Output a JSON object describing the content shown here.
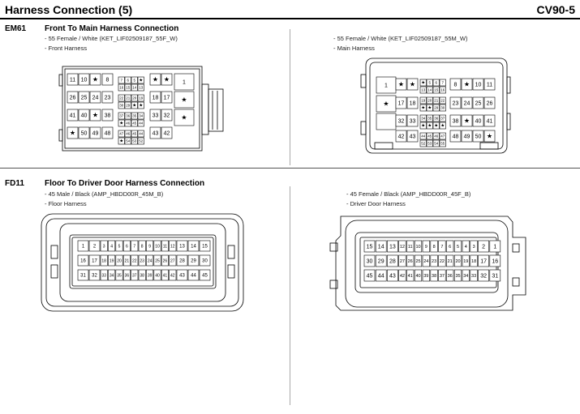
{
  "header": {
    "title": "Harness Connection (5)",
    "model": "CV90-5"
  },
  "sections": [
    {
      "code": "EM61",
      "title": "Front To Main Harness Connection",
      "left": {
        "lines": [
          "- 55 Female / White (KET_LIF02509187_55F_W)",
          "- Front Harness"
        ]
      },
      "right": {
        "lines": [
          "- 55 Female / White (KET_LIF02509187_55M_W)",
          "- Main Harness"
        ]
      }
    },
    {
      "code": "FD11",
      "title": "Floor To Driver Door Harness Connection",
      "left": {
        "lines": [
          "- 45 Male / Black (AMP_HBDD00R_45M_B)",
          "- Floor Harness"
        ]
      },
      "right": {
        "lines": [
          "- 45 Female / Black (AMP_HBDD00R_45F_B)",
          "- Driver Door Harness"
        ]
      }
    }
  ],
  "em61_front": {
    "large_rows": [
      [
        "11",
        "10",
        "★",
        "8",
        "",
        "★",
        "★",
        "1"
      ],
      [
        "26",
        "25",
        "24",
        "23",
        "",
        "18",
        "17",
        "★"
      ],
      [
        "41",
        "40",
        "★",
        "38",
        "",
        "33",
        "32",
        "★"
      ],
      [
        "★",
        "50",
        "49",
        "48",
        "",
        "43",
        "42",
        ""
      ]
    ],
    "small_rows": [
      [
        "7",
        "6",
        "5",
        "★"
      ],
      [
        "16",
        "15",
        "14",
        "13"
      ],
      [
        "22",
        "21",
        "20",
        "19"
      ],
      [
        "30",
        "29",
        "★",
        "★"
      ],
      [
        "37",
        "36",
        "35",
        "34"
      ],
      [
        "★",
        "46",
        "45",
        "44"
      ],
      [
        "47",
        "46",
        "45",
        "44"
      ],
      [
        "★",
        "54",
        "53",
        "52"
      ]
    ]
  },
  "em61_main": {
    "large_rows": [
      [
        "1",
        "★",
        "★",
        "",
        "8",
        "★",
        "10",
        "11"
      ],
      [
        "★",
        "17",
        "18",
        "",
        "23",
        "24",
        "25",
        "26"
      ],
      [
        "",
        "32",
        "33",
        "",
        "38",
        "★",
        "40",
        "41"
      ],
      [
        "★",
        "42",
        "43",
        "",
        "48",
        "49",
        "50",
        "★"
      ]
    ],
    "small_rows": [
      [
        "★",
        "5",
        "6",
        "7"
      ],
      [
        "13",
        "14",
        "15",
        "16"
      ],
      [
        "19",
        "20",
        "21",
        "22"
      ],
      [
        "★",
        "★",
        "29",
        "30"
      ],
      [
        "34",
        "35",
        "36",
        "37"
      ],
      [
        "★",
        "★",
        "★",
        "★"
      ],
      [
        "44",
        "45",
        "46",
        "47"
      ],
      [
        "52",
        "53",
        "54",
        "55"
      ]
    ]
  },
  "fd11_floor": {
    "rows": [
      [
        "1",
        "2",
        "3",
        "4",
        "5",
        "6",
        "7",
        "8",
        "9",
        "10",
        "11",
        "12",
        "13",
        "14",
        "15"
      ],
      [
        "16",
        "17",
        "18",
        "19",
        "20",
        "21",
        "22",
        "23",
        "24",
        "25",
        "26",
        "27",
        "28",
        "29",
        "30"
      ],
      [
        "31",
        "32",
        "33",
        "34",
        "35",
        "36",
        "37",
        "38",
        "39",
        "40",
        "41",
        "42",
        "43",
        "44",
        "45"
      ]
    ]
  },
  "fd11_door": {
    "rows": [
      [
        "15",
        "14",
        "13",
        "12",
        "11",
        "10",
        "9",
        "8",
        "7",
        "6",
        "5",
        "4",
        "3",
        "2",
        "1"
      ],
      [
        "30",
        "29",
        "28",
        "27",
        "26",
        "25",
        "24",
        "23",
        "22",
        "21",
        "20",
        "19",
        "18",
        "17",
        "16"
      ],
      [
        "45",
        "44",
        "43",
        "42",
        "41",
        "40",
        "39",
        "38",
        "37",
        "36",
        "35",
        "34",
        "33",
        "32",
        "31"
      ]
    ]
  }
}
